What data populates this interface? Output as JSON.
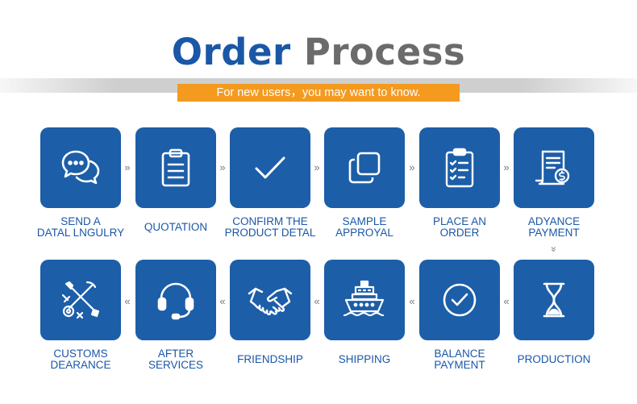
{
  "header": {
    "title_part1": "Order",
    "title_part2": "Process",
    "subtitle": "For new users，you may want to know."
  },
  "colors": {
    "tile": "#1c5ea8",
    "accent": "#f39a1f",
    "title_blue": "#1a57a7",
    "title_gray": "#6b6b6b"
  },
  "arrows": {
    "right": "»",
    "left": "«"
  },
  "steps": [
    {
      "icon": "chat-bubbles-icon",
      "line1": "SEND A",
      "line2": "DATAL LNGULRY"
    },
    {
      "icon": "clipboard-icon",
      "line1": "QUOTATION",
      "line2": ""
    },
    {
      "icon": "checkmark-icon",
      "line1": "CONFIRM THE",
      "line2": "PRODUCT DETAL"
    },
    {
      "icon": "copy-icon",
      "line1": "SAMPLE",
      "line2": "APPROYAL"
    },
    {
      "icon": "checklist-icon",
      "line1": "PLACE AN",
      "line2": "ORDER"
    },
    {
      "icon": "invoice-dollar-icon",
      "line1": "ADYANCE",
      "line2": "PAYMENT"
    },
    {
      "icon": "hourglass-icon",
      "line1": "PRODUCTION",
      "line2": ""
    },
    {
      "icon": "check-circle-icon",
      "line1": "BALANCE",
      "line2": "PAYMENT"
    },
    {
      "icon": "ship-icon",
      "line1": "SHIPPING",
      "line2": ""
    },
    {
      "icon": "handshake-icon",
      "line1": "FRIENDSHIP",
      "line2": ""
    },
    {
      "icon": "headset-icon",
      "line1": "AFTER",
      "line2": "SERVICES"
    },
    {
      "icon": "customs-tools-icon",
      "line1": "CUSTOMS",
      "line2": "DEARANCE"
    }
  ]
}
